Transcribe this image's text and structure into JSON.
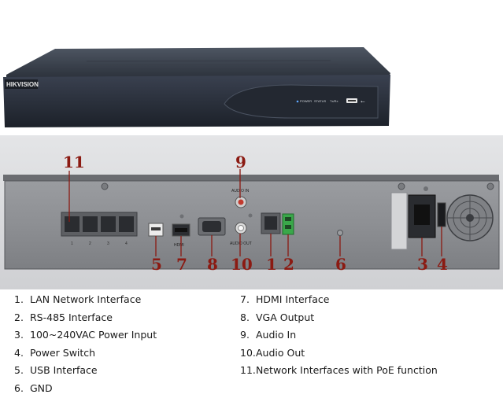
{
  "front_panel": {
    "brand": "HIKVISION",
    "indicators": [
      "POWER",
      "STATUS",
      "Tx/Rx"
    ]
  },
  "rear_panel": {
    "audio_in_label": "AUDIO IN",
    "audio_out_label": "AUDIO OUT",
    "hdmi_label": "HDMI",
    "lan_port_numbers": [
      "1",
      "2",
      "3",
      "4"
    ],
    "callouts": {
      "c1": "1",
      "c2": "2",
      "c3": "3",
      "c4": "4",
      "c5": "5",
      "c6": "6",
      "c7": "7",
      "c8": "8",
      "c9": "9",
      "c10": "10",
      "c11": "11"
    }
  },
  "legend": {
    "left": [
      {
        "num": "1.",
        "label": "LAN Network Interface"
      },
      {
        "num": "2.",
        "label": "RS-485 Interface"
      },
      {
        "num": "3.",
        "label": "100~240VAC Power Input"
      },
      {
        "num": "4.",
        "label": "Power Switch"
      },
      {
        "num": "5.",
        "label": "USB Interface"
      },
      {
        "num": "6.",
        "label": "GND"
      }
    ],
    "right": [
      {
        "num": "7.",
        "label": "HDMI Interface"
      },
      {
        "num": "8.",
        "label": "VGA Output"
      },
      {
        "num": "9.",
        "label": "Audio In"
      },
      {
        "num": "10.",
        "label": "Audio Out"
      },
      {
        "num": "11.",
        "label": "Network Interfaces with PoE function"
      }
    ]
  }
}
